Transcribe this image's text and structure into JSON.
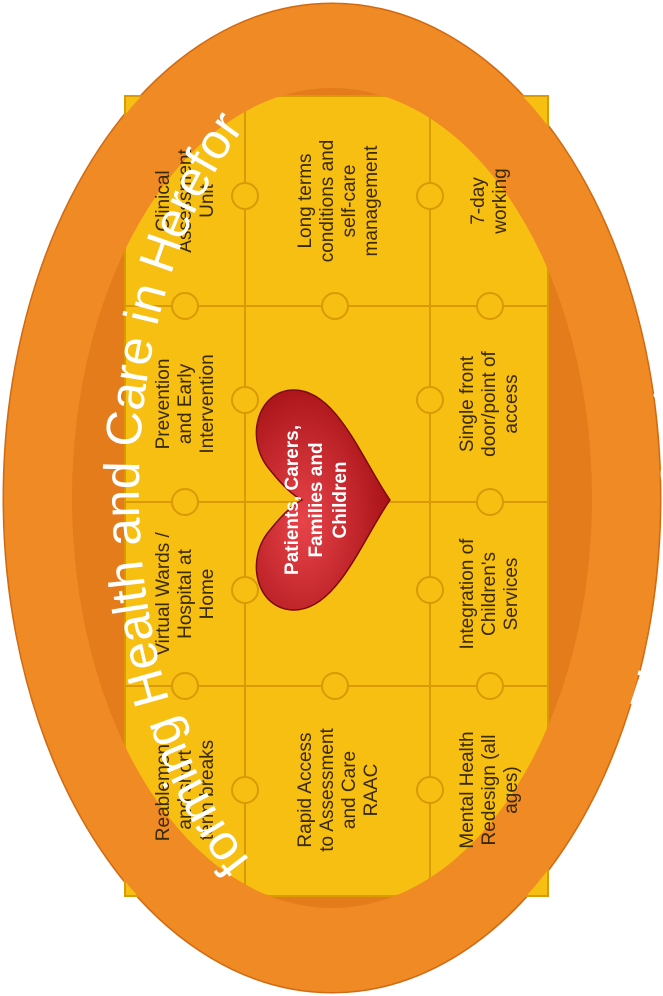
{
  "title": "Transforming Health and Care in Herefordshire",
  "subtitle": "Five Year Strategy",
  "center": {
    "label": [
      "Patients, Carers,",
      "Families and",
      "Children"
    ]
  },
  "pieces": {
    "r0c0": [
      "Clinical",
      "Assessment",
      "Unit"
    ],
    "r0c1": [
      "Prevention",
      "and Early",
      "Intervention"
    ],
    "r0c2": [
      "Virtual Wards /",
      "Hospital at",
      "Home"
    ],
    "r0c3": [
      "Reablement",
      "and short",
      "term breaks"
    ],
    "r1c0": [
      "Long terms",
      "conditions and",
      "self-care",
      "management"
    ],
    "r1c3": [
      "Rapid Access",
      "to Assessment",
      "and Care",
      "RAAC"
    ],
    "r2c0": [
      "7-day",
      "working"
    ],
    "r2c1": [
      "Single front",
      "door/point of",
      "access"
    ],
    "r2c2": [
      "Integration of",
      "Children's",
      "Services"
    ],
    "r2c3": [
      "Mental Health",
      "Redesign (all",
      "ages)"
    ]
  },
  "colors": {
    "ring": "#ef8a24",
    "ring_edge": "#d26a12",
    "piece": "#f7bf12",
    "piece_edge": "#d99a06",
    "heart": "#c9161d",
    "text_dark": "#3a2a00",
    "text_light": "#ffffff"
  }
}
